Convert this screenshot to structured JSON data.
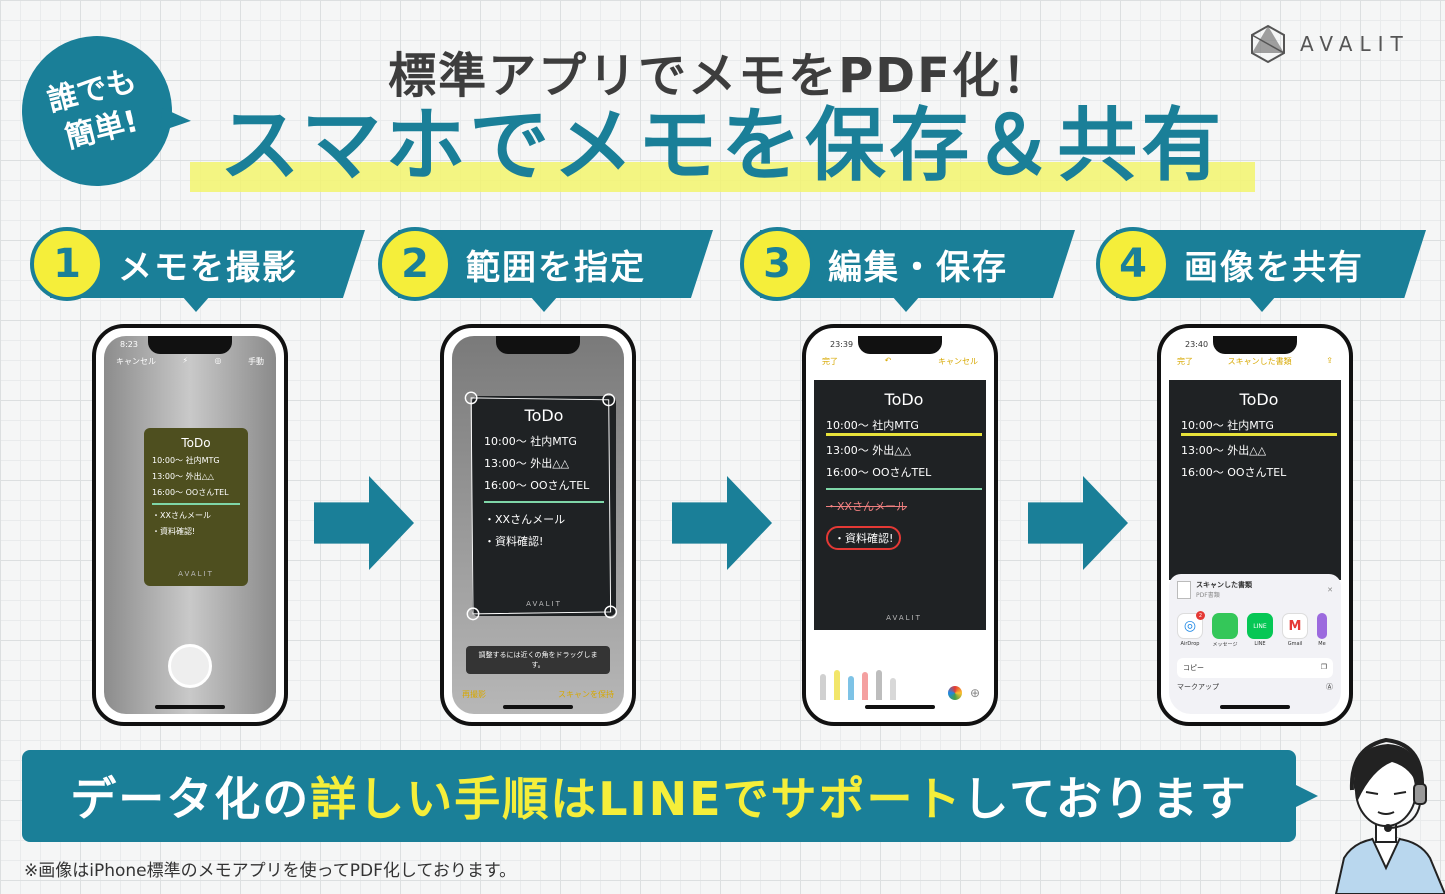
{
  "badge": {
    "line1": "誰でも",
    "line2": "簡単!"
  },
  "subtitle": "標準アプリでメモをPDF化！",
  "title": "スマホでメモを保存＆共有",
  "logo": {
    "text": "AVALIT"
  },
  "steps": [
    {
      "num": "1",
      "label": "メモを撮影"
    },
    {
      "num": "2",
      "label": "範囲を指定"
    },
    {
      "num": "3",
      "label": "編集・保存"
    },
    {
      "num": "4",
      "label": "画像を共有"
    }
  ],
  "memo": {
    "title": "ToDo",
    "lines": [
      "10:00〜 社内MTG",
      "13:00〜 外出△△",
      "16:00〜 OOさんTEL"
    ],
    "extra1": "・XXさんメール",
    "extra2": "・資料確認!",
    "brand": "AVALIT"
  },
  "phone1": {
    "time": "8:23",
    "cancel": "キャンセル",
    "manual": "手動"
  },
  "phone2": {
    "hint": "調整するには近くの角をドラッグします。",
    "retake": "再撮影",
    "keep": "スキャンを保持"
  },
  "phone3": {
    "time": "23:39",
    "done": "完了",
    "cancel": "キャンセル"
  },
  "phone4": {
    "time": "23:40",
    "done": "完了",
    "title": "スキャンした書類",
    "sheet_title": "スキャンした書類",
    "sheet_sub": "PDF書類",
    "airdrop_badge": "2",
    "apps": [
      "AirDrop",
      "メッセージ",
      "LINE",
      "Gmail",
      "Me"
    ],
    "copy": "コピー",
    "markup": "マークアップ"
  },
  "banner": {
    "part1": "データ化の",
    "part2": "詳しい手順はLINEでサポート",
    "part3": "しております"
  },
  "note": "※画像はiPhone標準のメモアプリを使ってPDF化しております。",
  "colors": {
    "accent": "#1a7f98",
    "highlight": "#f5ee3a"
  }
}
